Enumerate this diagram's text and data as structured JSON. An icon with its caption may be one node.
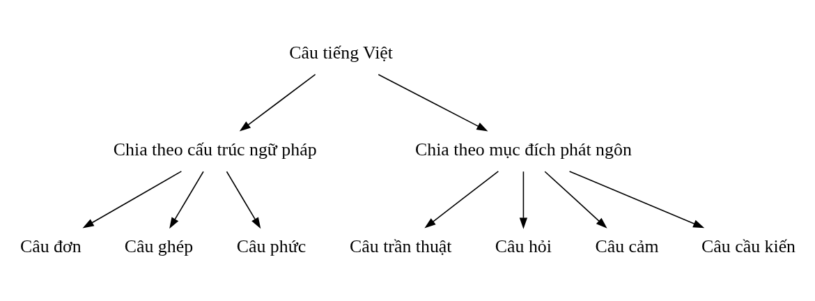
{
  "diagram": {
    "nodes": [
      {
        "text": [
          "Câu tiếng Việt"
        ]
      },
      {
        "text": [
          "Chia theo cấu trúc ngữ pháp"
        ]
      },
      {
        "text": [
          "Chia theo mục đích phát ngôn"
        ]
      },
      {
        "text": [
          "Câu đơn"
        ]
      },
      {
        "text": [
          "Câu ghép"
        ]
      },
      {
        "text": [
          "Câu phức"
        ]
      },
      {
        "text": [
          "Câu trần thuật"
        ]
      },
      {
        "text": [
          "Câu hỏi"
        ]
      },
      {
        "text": [
          "Câu cảm"
        ]
      },
      {
        "text": [
          "Câu cầu kiến"
        ]
      }
    ],
    "edges": [
      {
        "from": 0,
        "to": 1,
        "arrow": "to"
      },
      {
        "from": 0,
        "to": 2,
        "arrow": "to"
      },
      {
        "from": 1,
        "to": 3,
        "arrow": "to"
      },
      {
        "from": 1,
        "to": 4,
        "arrow": "to"
      },
      {
        "from": 1,
        "to": 5,
        "arrow": "to"
      },
      {
        "from": 2,
        "to": 6,
        "arrow": "to"
      },
      {
        "from": 2,
        "to": 7,
        "arrow": "to"
      },
      {
        "from": 2,
        "to": 8,
        "arrow": "to"
      },
      {
        "from": 2,
        "to": 9,
        "arrow": "to"
      }
    ]
  }
}
